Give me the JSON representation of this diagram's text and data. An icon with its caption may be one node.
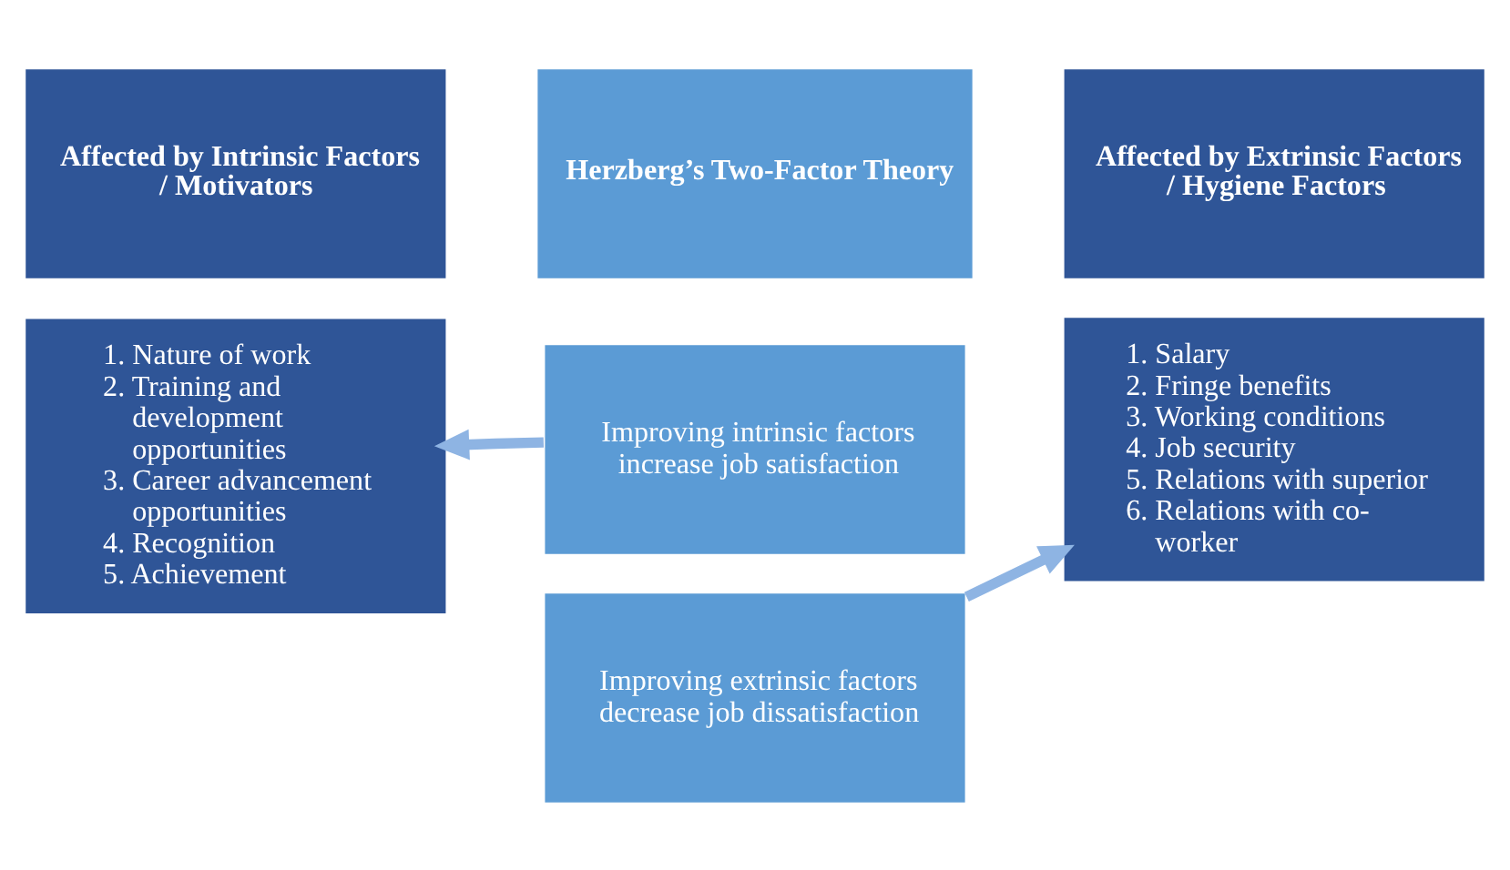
{
  "diagram": {
    "nodes": [
      {
        "text": [
          "Affected by Intrinsic Factors / Motivators"
        ]
      },
      {
        "text": [
          "Herzberg’s Two-Factor Theory"
        ]
      },
      {
        "text": [
          "Affected by Extrinsic Factors / Hygiene Factors"
        ]
      },
      {
        "text": [
          "1. Nature of work",
          "2. Training and development opportunities",
          "3. Career advancement opportunities",
          "4. Recognition",
          "5. Achievement"
        ]
      },
      {
        "text": [
          "Improving intrinsic factors increase job satisfaction"
        ]
      },
      {
        "text": [
          "Improving extrinsic factors decrease job dissatisfaction"
        ]
      },
      {
        "text": [
          "1. Salary",
          "2. Fringe benefits",
          "3. Working conditions",
          "4. Job security",
          "5. Relations with superior",
          "6. Relations with co-worker"
        ]
      }
    ],
    "edges": [
      {
        "from": 4,
        "to": 3,
        "arrow": "to"
      },
      {
        "from": 5,
        "to": 6,
        "arrow": "to"
      }
    ]
  }
}
